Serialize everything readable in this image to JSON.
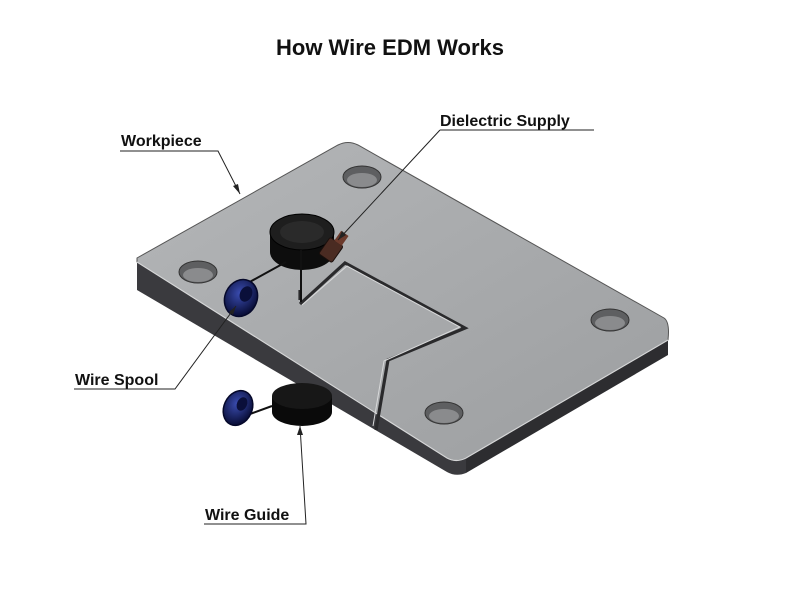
{
  "diagram": {
    "title": "How Wire EDM Works",
    "labels": {
      "workpiece": "Workpiece",
      "dielectric_supply": "Dielectric Supply",
      "wire_spool": "Wire Spool",
      "wire_guide": "Wire Guide"
    },
    "colors": {
      "plate_top": "#a7a9ab",
      "plate_side_dark": "#2e2e31",
      "plate_side_mid": "#505054",
      "hole": "#6b6b6b",
      "guide": "#0c0c0c",
      "spool": "#1b2a7a",
      "nozzle": "#4a2a22"
    }
  }
}
